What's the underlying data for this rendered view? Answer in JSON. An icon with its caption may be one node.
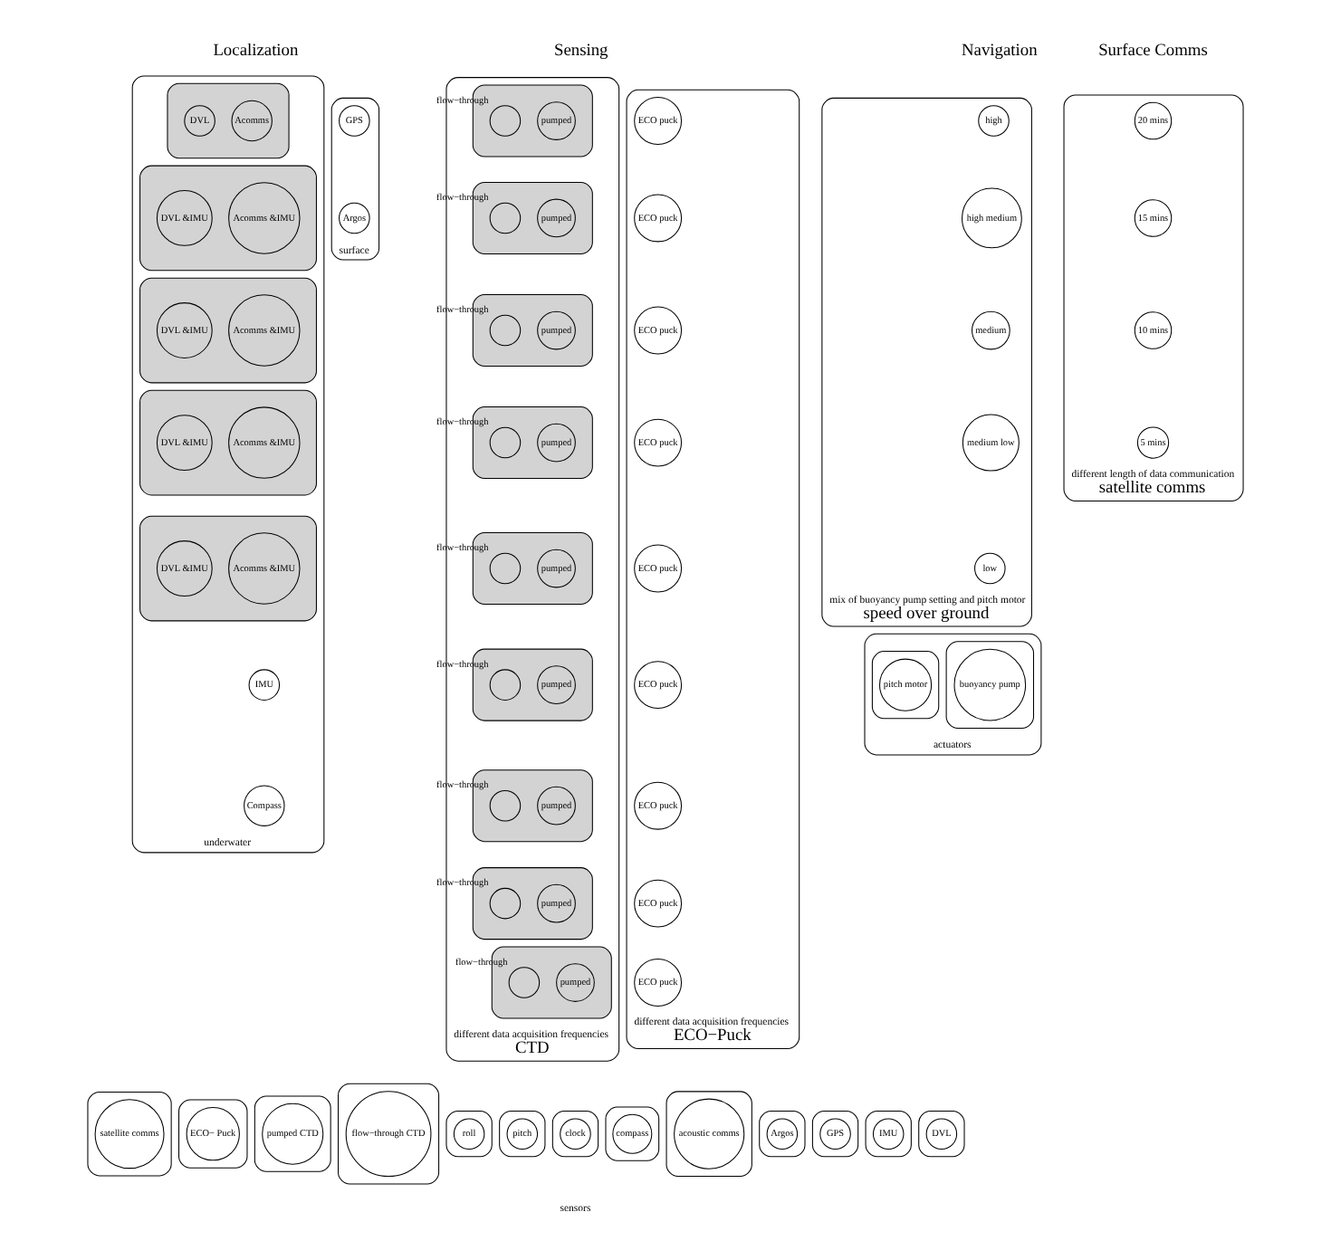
{
  "diagram": {
    "nodes": [
      {
        "text": [
          "underwater"
        ]
      },
      {
        "text": [],
        "shape": "box",
        "in": 0
      },
      {
        "text": [
          "DVL"
        ],
        "in": 1
      },
      {
        "text": [
          "Acomms"
        ],
        "in": 1
      },
      {
        "text": [],
        "shape": "box",
        "in": 0
      },
      {
        "text": [
          "DVL &IMU"
        ],
        "in": 4
      },
      {
        "text": [
          "Acomms &IMU"
        ],
        "in": 4
      },
      {
        "text": [],
        "shape": "box",
        "in": 0
      },
      {
        "text": [
          "DVL &IMU"
        ],
        "in": 7
      },
      {
        "text": [
          "Acomms &IMU"
        ],
        "in": 7
      },
      {
        "text": [],
        "shape": "box",
        "in": 0
      },
      {
        "text": [
          "DVL &IMU"
        ],
        "in": 10
      },
      {
        "text": [
          "Acomms &IMU"
        ],
        "in": 10
      },
      {
        "text": [],
        "shape": "box",
        "in": 0
      },
      {
        "text": [
          "DVL &IMU"
        ],
        "in": 13
      },
      {
        "text": [
          "Acomms &IMU"
        ],
        "in": 13
      },
      {
        "text": [
          "IMU"
        ],
        "in": 0
      },
      {
        "text": [
          "Compass"
        ],
        "in": 0
      },
      {
        "text": [
          "surface"
        ]
      },
      {
        "text": [
          "GPS"
        ],
        "in": 18
      },
      {
        "text": [
          "Argos"
        ],
        "in": 18
      },
      {
        "text": [
          "different data acquisition frequencies",
          "CTD"
        ]
      },
      {
        "text": [],
        "shape": "box",
        "in": 21
      },
      {
        "text": [],
        "shape": "circle",
        "beside": [
          "flow−through"
        ],
        "in": 22
      },
      {
        "text": [
          "pumped"
        ],
        "in": 22
      },
      {
        "text": [],
        "shape": "box",
        "in": 21
      },
      {
        "text": [],
        "shape": "circle",
        "beside": [
          "flow−through"
        ],
        "in": 25
      },
      {
        "text": [
          "pumped"
        ],
        "in": 25
      },
      {
        "text": [],
        "shape": "box",
        "in": 21
      },
      {
        "text": [],
        "shape": "circle",
        "beside": [
          "flow−through"
        ],
        "in": 28
      },
      {
        "text": [
          "pumped"
        ],
        "in": 28
      },
      {
        "text": [],
        "shape": "box",
        "in": 21
      },
      {
        "text": [],
        "shape": "circle",
        "beside": [
          "flow−through"
        ],
        "in": 31
      },
      {
        "text": [
          "pumped"
        ],
        "in": 31
      },
      {
        "text": [],
        "shape": "box",
        "in": 21
      },
      {
        "text": [],
        "shape": "circle",
        "beside": [
          "flow−through"
        ],
        "in": 34
      },
      {
        "text": [
          "pumped"
        ],
        "in": 34
      },
      {
        "text": [],
        "shape": "box",
        "in": 21
      },
      {
        "text": [],
        "shape": "circle",
        "beside": [
          "flow−through"
        ],
        "in": 37
      },
      {
        "text": [
          "pumped"
        ],
        "in": 37
      },
      {
        "text": [],
        "shape": "box",
        "in": 21
      },
      {
        "text": [],
        "shape": "circle",
        "beside": [
          "flow−through"
        ],
        "in": 40
      },
      {
        "text": [
          "pumped"
        ],
        "in": 40
      },
      {
        "text": [],
        "shape": "box",
        "in": 21
      },
      {
        "text": [],
        "shape": "circle",
        "beside": [
          "flow−through"
        ],
        "in": 43
      },
      {
        "text": [
          "pumped"
        ],
        "in": 43
      },
      {
        "text": [],
        "shape": "box",
        "in": 21
      },
      {
        "text": [],
        "shape": "circle",
        "beside": [
          "flow−through"
        ],
        "in": 46
      },
      {
        "text": [
          "pumped"
        ],
        "in": 46
      },
      {
        "text": [
          "different data acquisition frequencies",
          "ECO−Puck"
        ]
      },
      {
        "text": [
          "ECO puck"
        ],
        "in": 49
      },
      {
        "text": [
          "ECO puck"
        ],
        "in": 49
      },
      {
        "text": [
          "ECO puck"
        ],
        "in": 49
      },
      {
        "text": [
          "ECO puck"
        ],
        "in": 49
      },
      {
        "text": [
          "ECO puck"
        ],
        "in": 49
      },
      {
        "text": [
          "ECO puck"
        ],
        "in": 49
      },
      {
        "text": [
          "ECO puck"
        ],
        "in": 49
      },
      {
        "text": [
          "ECO puck"
        ],
        "in": 49
      },
      {
        "text": [
          "ECO puck"
        ],
        "in": 49
      },
      {
        "text": [
          "mix of buoyancy pump setting and pitch motor",
          "speed over ground"
        ]
      },
      {
        "text": [
          "high"
        ],
        "in": 59
      },
      {
        "text": [
          "high medium"
        ],
        "in": 59
      },
      {
        "text": [
          "medium"
        ],
        "in": 59
      },
      {
        "text": [
          "medium low"
        ],
        "in": 59
      },
      {
        "text": [
          "low"
        ],
        "in": 59
      },
      {
        "text": [
          "actuators"
        ]
      },
      {
        "text": [],
        "shape": "box",
        "in": 65
      },
      {
        "text": [
          "buoyancy pump"
        ],
        "in": 66
      },
      {
        "text": [],
        "shape": "box",
        "in": 65
      },
      {
        "text": [
          "pitch motor"
        ],
        "in": 68
      },
      {
        "text": [
          "different length of data communication",
          "satellite comms"
        ]
      },
      {
        "text": [
          "20 mins"
        ],
        "in": 70
      },
      {
        "text": [
          "15 mins"
        ],
        "in": 70
      },
      {
        "text": [
          "10 mins"
        ],
        "in": 70
      },
      {
        "text": [
          "5 mins"
        ],
        "in": 70
      },
      {
        "text": [],
        "shape": "box"
      },
      {
        "text": [
          "DVL"
        ],
        "in": 75
      },
      {
        "text": [],
        "shape": "box"
      },
      {
        "text": [
          "IMU"
        ],
        "in": 77
      },
      {
        "text": [],
        "shape": "box"
      },
      {
        "text": [
          "GPS"
        ],
        "in": 79
      },
      {
        "text": [],
        "shape": "box"
      },
      {
        "text": [
          "Argos"
        ],
        "in": 81
      },
      {
        "text": [],
        "shape": "box"
      },
      {
        "text": [
          "acoustic comms"
        ],
        "in": 83
      },
      {
        "text": [],
        "shape": "box"
      },
      {
        "text": [
          "compass"
        ],
        "in": 85
      },
      {
        "text": [],
        "shape": "box"
      },
      {
        "text": [
          "clock"
        ],
        "in": 87
      },
      {
        "text": [],
        "shape": "box"
      },
      {
        "text": [
          "pitch"
        ],
        "in": 89
      },
      {
        "text": [],
        "shape": "box"
      },
      {
        "text": [
          "roll"
        ],
        "in": 91
      },
      {
        "text": [],
        "shape": "box"
      },
      {
        "text": [
          "flow−through CTD"
        ],
        "in": 93
      },
      {
        "text": [],
        "shape": "box"
      },
      {
        "text": [
          "pumped CTD"
        ],
        "in": 95
      },
      {
        "text": [],
        "shape": "box"
      },
      {
        "text": [
          "ECO− Puck"
        ],
        "in": 97
      },
      {
        "text": [],
        "shape": "box"
      },
      {
        "text": [
          "satellite comms"
        ],
        "in": 99
      }
    ],
    "labels": [
      "Localization",
      "Sensing",
      "Navigation",
      "Surface Comms",
      "sensors"
    ]
  }
}
